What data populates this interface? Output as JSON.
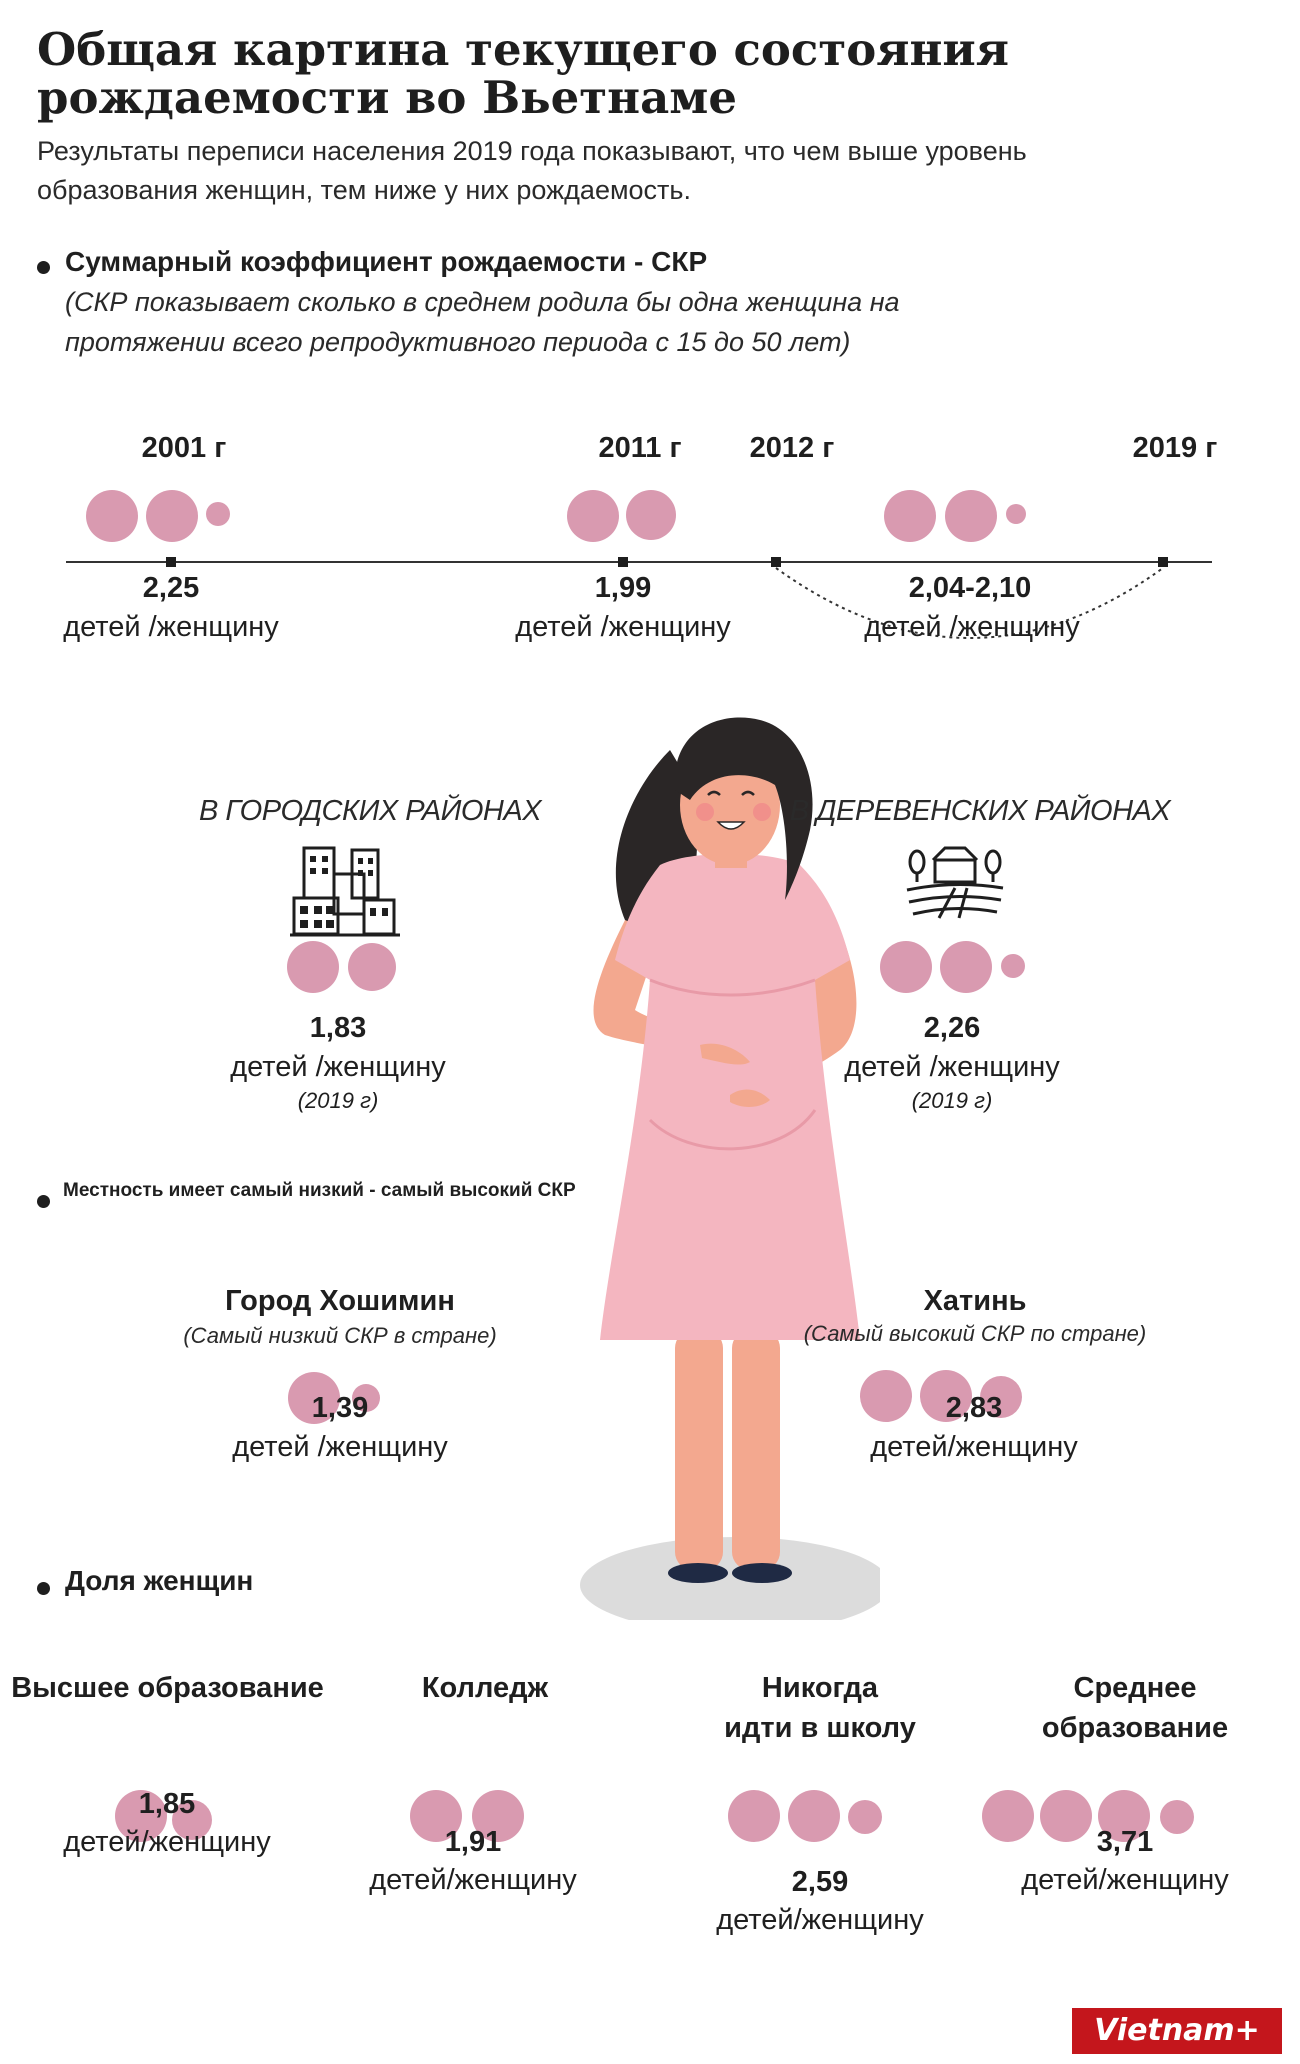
{
  "header": {
    "title": "Общая картина текущего состояния рождаемости во Вьетнаме",
    "subtitle": "Результаты переписи населения 2019 года показывают, что чем выше уровень образования женщин, тем ниже у них рождаемость."
  },
  "tfr_section": {
    "heading": "Суммарный коэффициент рождаемости - СКР",
    "note": "(СКР показывает сколько в среднем родила бы одна женщина на протяжении всего репродуктивного периода с 15 до 50 лет)"
  },
  "timeline": {
    "years": [
      "2001 г",
      "2011 г",
      "2012 г",
      "2019 г"
    ],
    "values": [
      {
        "value": "2,25",
        "unit": "детей /женщину"
      },
      {
        "value": "1,99",
        "unit": "детей /женщину"
      },
      {
        "value": "2,04-2,10",
        "unit": "детей /женщину"
      }
    ]
  },
  "urban": {
    "label": "В ГОРОДСКИХ РАЙОНАХ",
    "icon": "city-icon",
    "value": "1,83",
    "unit": "детей /женщину",
    "year": "(2019 г)"
  },
  "rural": {
    "label": "В ДЕРЕВЕНСКИХ РАЙОНАХ",
    "icon": "village-icon",
    "value": "2,26",
    "unit": "детей /женщину",
    "year": "(2019 г)"
  },
  "extremes": {
    "heading": "Местность имеет самый низкий - самый высокий СКР",
    "lowest": {
      "place": "Город Хошимин",
      "note": "(Самый низкий СКР в стране)",
      "value": "1,39",
      "unit": "детей /женщину"
    },
    "highest": {
      "place": "Хатинь",
      "note": "(Самый высокий СКР по стране)",
      "value": "2,83",
      "unit": "детей/женщину"
    }
  },
  "women_share": {
    "heading": "Доля женщин",
    "groups": [
      {
        "label_1": "Высшее образование",
        "label_2": "",
        "value": "1,85",
        "unit": "детей/женщину"
      },
      {
        "label_1": "Колледж",
        "label_2": "",
        "value": "1,91",
        "unit": "детей/женщину"
      },
      {
        "label_1": "Никогда",
        "label_2": "идти в школу",
        "value": "2,59",
        "unit": "детей/женщину"
      },
      {
        "label_1": "Среднее",
        "label_2": "образование",
        "value": "3,71",
        "unit": "детей/женщину"
      }
    ]
  },
  "brand": {
    "logo_text": "Vietnam+"
  },
  "colors": {
    "accent_dot": "#d99ab0",
    "dress": "#f4b6c0",
    "skin": "#f3a88f",
    "hair": "#2a2626",
    "logo": "#c4161c"
  }
}
